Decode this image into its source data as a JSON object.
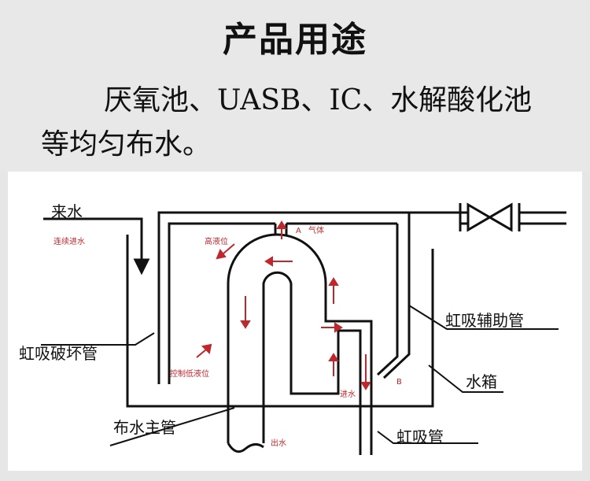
{
  "header": {
    "title": "产品用途",
    "description": "厌氧池、UASB、IC、水解酸化池等均匀布水。"
  },
  "diagram": {
    "labels": {
      "inlet": "来水",
      "continuous_inlet": "连续进水",
      "high_level": "高液位",
      "point_a": "A",
      "gas": "气体",
      "siphon_breaker": "虹吸破坏管",
      "low_level_control": "控制低液位",
      "main_pipe": "布水主管",
      "outlet": "出水",
      "water_in": "进水",
      "point_b": "B",
      "siphon_aux": "虹吸辅助管",
      "water_tank": "水箱",
      "siphon_pipe": "虹吸管"
    },
    "colors": {
      "line": "#111111",
      "arrow": "#c0272d"
    }
  }
}
